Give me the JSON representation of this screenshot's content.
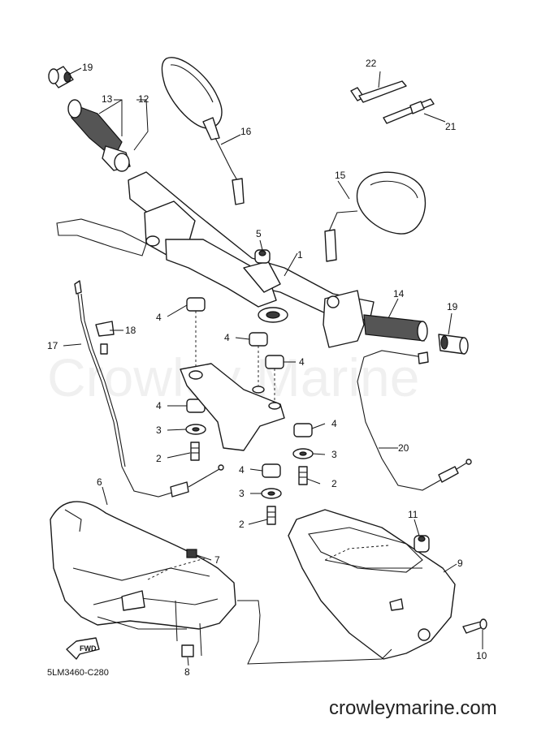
{
  "diagram": {
    "part_callouts": [
      "1",
      "2",
      "2",
      "2",
      "3",
      "3",
      "3",
      "4",
      "4",
      "4",
      "4",
      "4",
      "4",
      "5",
      "6",
      "7",
      "8",
      "9",
      "10",
      "11",
      "12",
      "13",
      "14",
      "15",
      "16",
      "17",
      "18",
      "19",
      "19",
      "20",
      "21",
      "22"
    ],
    "drawing_code": "5LM3460-C280",
    "watermark": "Crowley Marine",
    "website": "crowleymarine.com",
    "fwd_marker": "FWD"
  }
}
